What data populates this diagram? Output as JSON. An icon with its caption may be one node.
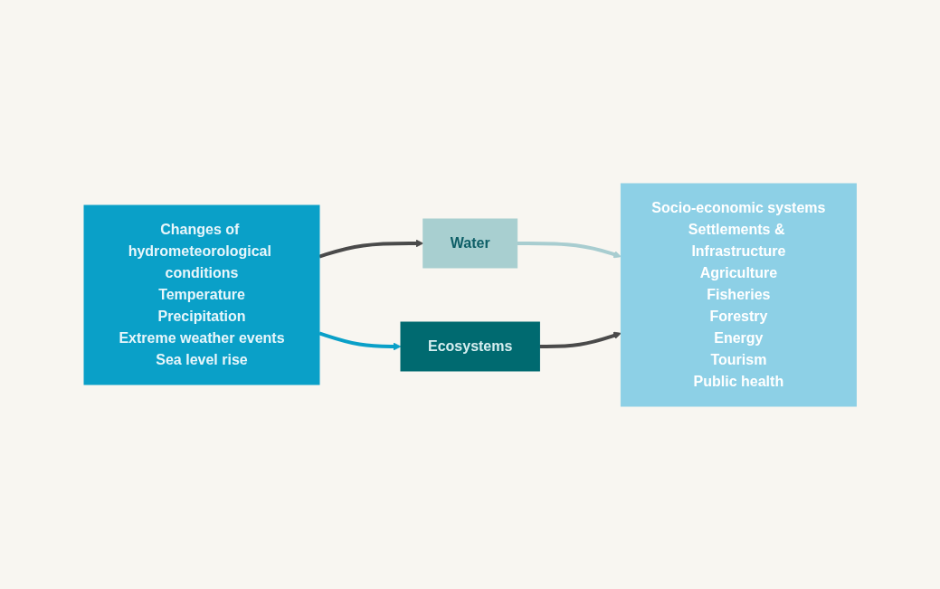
{
  "diagram": {
    "nodes": [
      {
        "text": [
          "Changes of hydrometeorological conditions",
          "Temperature",
          "Precipitation",
          "Extreme weather events",
          "Sea level rise"
        ]
      },
      {
        "text": [
          "Water"
        ]
      },
      {
        "text": [
          "Ecosystems"
        ]
      },
      {
        "text": [
          "Socio-economic systems",
          "Settlements & Infrastructure",
          "Agriculture",
          "Fisheries",
          "Forestry",
          "Energy",
          "Tourism",
          "Public health"
        ]
      }
    ],
    "edges": [
      {
        "from": 0,
        "to": 1,
        "arrow": "to"
      },
      {
        "from": 0,
        "to": 2,
        "arrow": "to",
        "color": "#0aa0c8"
      },
      {
        "from": 1,
        "to": 3,
        "arrow": "to",
        "color": "#a8cdd0"
      },
      {
        "from": 2,
        "to": 3,
        "arrow": "to"
      }
    ]
  }
}
